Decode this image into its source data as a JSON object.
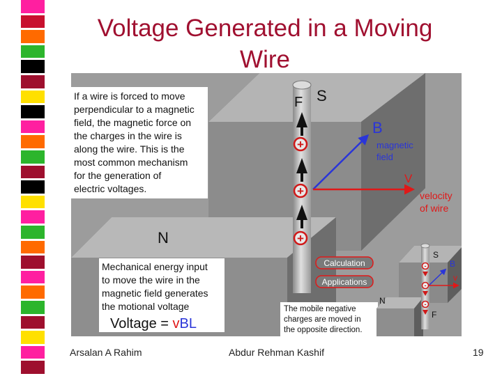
{
  "slide": {
    "title_line1": "Voltage Generated in a Moving",
    "title_line2": "Wire",
    "accent_color": "#a01030"
  },
  "stripes": {
    "colors": [
      "#ff1fa0",
      "#c8102e",
      "#ff6a00",
      "#2cb52c",
      "#000000",
      "#9e0f2e",
      "#ffe000",
      "#000000",
      "#ff1fa0",
      "#ff6a00",
      "#2cb52c",
      "#9e0f2e",
      "#000000",
      "#ffe000",
      "#ff1fa0",
      "#2cb52c",
      "#ff6a00",
      "#9e0f2e",
      "#ff1fa0",
      "#ff6a00",
      "#2cb52c",
      "#9e0f2e",
      "#ffe000",
      "#ff1fa0",
      "#9e0f2e"
    ]
  },
  "diagram": {
    "intro_lines": [
      "If a wire is forced to move",
      "perpendicular to a magnetic",
      "field, the magnetic force on",
      "the charges in the wire is",
      "along the wire. This is the",
      "most common mechanism",
      "for the generation of",
      "electric voltages."
    ],
    "pole_s": "S",
    "pole_n": "N",
    "force_label": "F",
    "b_label": "B",
    "field_label_1": "magnetic",
    "field_label_2": "field",
    "v_label": "V",
    "velocity_label_1": "velocity",
    "velocity_label_2": "of wire",
    "plus_sign": "+",
    "energy_lines": [
      "Mechanical energy input",
      "to move the wire in the",
      "magnetic field generates",
      "the motional voltage"
    ],
    "formula_prefix": "Voltage = ",
    "formula_v": "v",
    "formula_bl": "BL",
    "button_calculation": "Calculation",
    "button_applications": "Applications",
    "inset_s": "S",
    "inset_b": "B",
    "inset_v": "v",
    "inset_n": "N",
    "inset_f": "F",
    "inset_minus": "-",
    "mobile_lines": [
      "The mobile negative",
      "charges are moved in",
      "the opposite direction."
    ]
  },
  "footer": {
    "left": "Arsalan A Rahim",
    "center": "Abdur Rehman Kashif",
    "page_number": "19"
  }
}
